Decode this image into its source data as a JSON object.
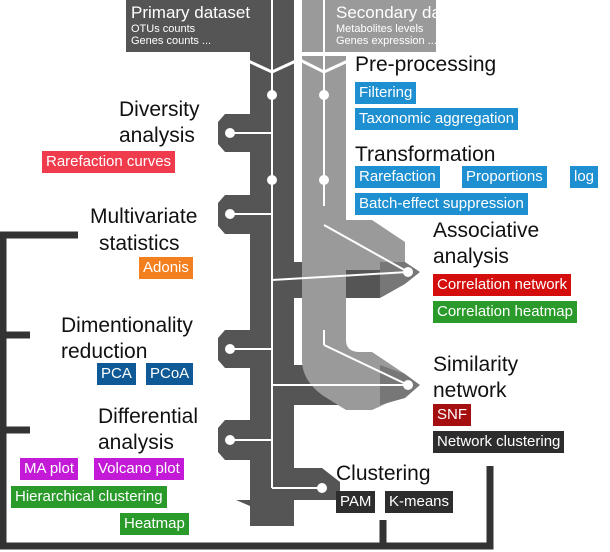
{
  "colors": {
    "primary_track": "#555555",
    "secondary_track": "#9a9a9a",
    "bracket": "#333333",
    "filtering_blue": "#1e8fd0",
    "rarefaction_red": "#ef3b4b",
    "adonis_orange": "#f47f1f",
    "dim_red_blue": "#0f5a96",
    "purple": "#c21ad6",
    "green": "#2a9a2a",
    "corr_red": "#d40d0d",
    "snf_darkred": "#a50f0f",
    "dark": "#2d2d2d"
  },
  "header": {
    "primary_title": "Primary dataset",
    "primary_sub1": "OTUs counts",
    "primary_sub2": "Genes counts ...",
    "secondary_title": "Secondary dataset",
    "secondary_sub1": "Metabolites levels",
    "secondary_sub2": "Genes expression ..."
  },
  "steps": {
    "preprocessing": {
      "title": "Pre-processing",
      "badges": [
        "Filtering",
        "Taxonomic aggregation"
      ]
    },
    "transformation": {
      "title": "Transformation",
      "badges": [
        "Rarefaction",
        "Proportions",
        "log",
        "Batch-effect suppression"
      ]
    },
    "diversity": {
      "title_line1": "Diversity",
      "title_line2": "analysis",
      "badges": [
        "Rarefaction curves"
      ]
    },
    "multivariate": {
      "title_line1": "Multivariate",
      "title_line2": "statistics",
      "badges": [
        "Adonis"
      ]
    },
    "associative": {
      "title_line1": "Associative",
      "title_line2": "analysis",
      "badges": [
        "Correlation network",
        "Correlation heatmap"
      ]
    },
    "dimensionality": {
      "title_line1": "Dimentionality",
      "title_line2": "reduction",
      "badges": [
        "PCA",
        "PCoA"
      ]
    },
    "similarity": {
      "title_line1": "Similarity",
      "title_line2": "network",
      "badges": [
        "SNF",
        "Network clustering"
      ]
    },
    "differential": {
      "title_line1": "Differential",
      "title_line2": "analysis",
      "badges": [
        "MA plot",
        "Volcano plot",
        "Hierarchical clustering",
        "Heatmap"
      ]
    },
    "clustering": {
      "title": "Clustering",
      "badges": [
        "PAM",
        "K-means"
      ]
    }
  }
}
